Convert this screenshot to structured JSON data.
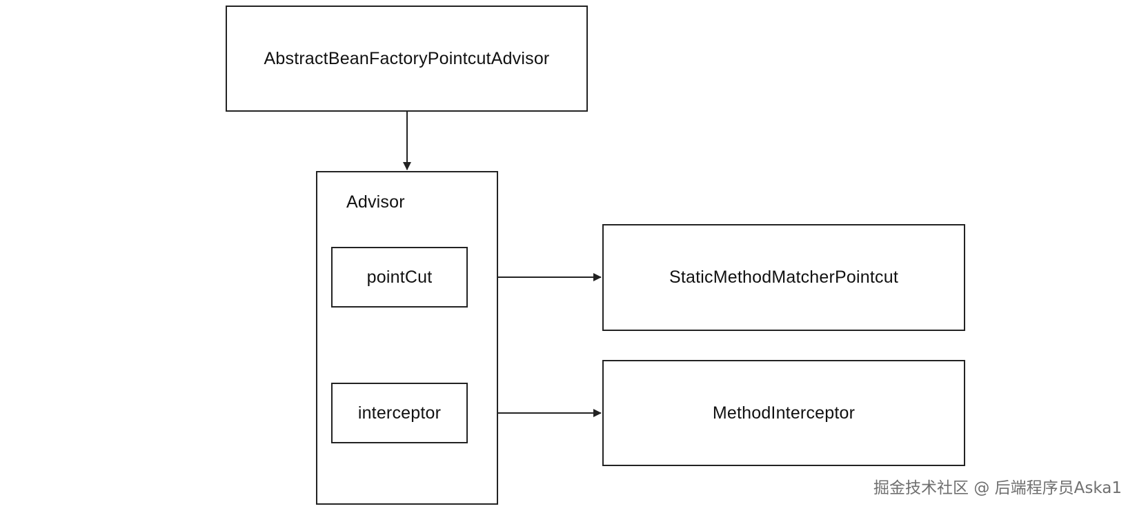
{
  "diagram": {
    "nodes": {
      "abstract_bean_factory": "AbstractBeanFactoryPointcutAdvisor",
      "advisor": "Advisor",
      "point_cut": "pointCut",
      "interceptor": "interceptor",
      "static_method_matcher_pointcut": "StaticMethodMatcherPointcut",
      "method_interceptor": "MethodInterceptor"
    },
    "edges": [
      {
        "from": "abstract_bean_factory",
        "to": "advisor"
      },
      {
        "from": "point_cut",
        "to": "static_method_matcher_pointcut"
      },
      {
        "from": "interceptor",
        "to": "method_interceptor"
      }
    ]
  },
  "watermark": "掘金技术社区 @ 后端程序员Aska1"
}
